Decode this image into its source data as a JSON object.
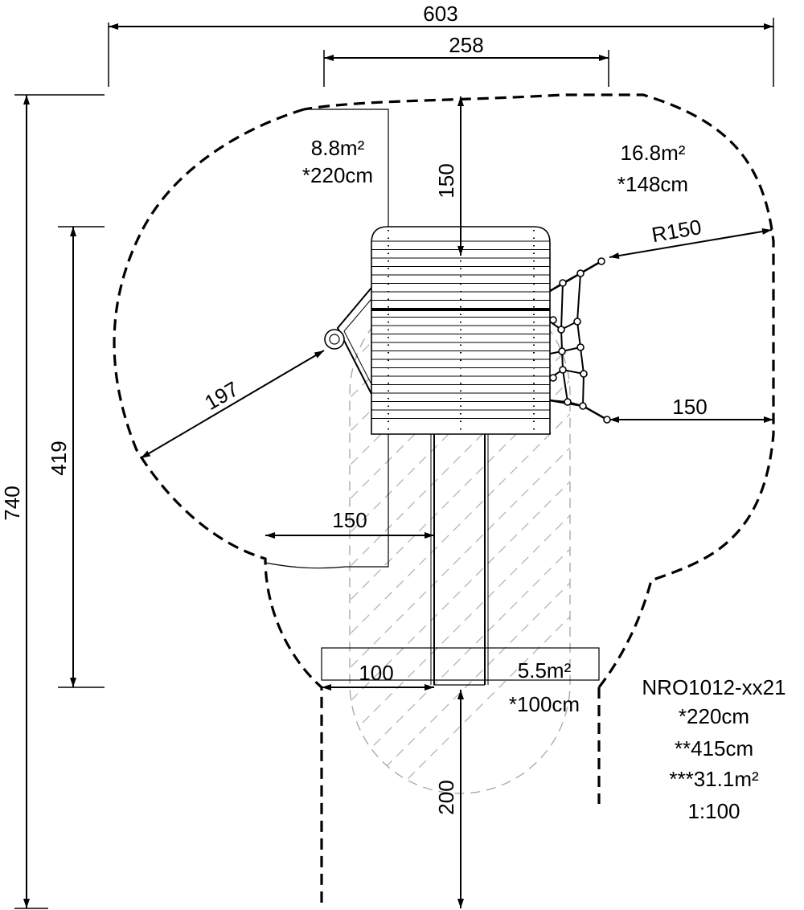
{
  "dimensions": {
    "overall_width": "603",
    "platform_width": "258",
    "overall_depth": "740",
    "left_span": "419",
    "top_clearance": "150",
    "radius": "R150",
    "right_clearance": "150",
    "diagonal": "197",
    "left_clearance": "150",
    "slide_offset": "100",
    "slide_runout": "200"
  },
  "zones": {
    "upper_left_area": "8.8m²",
    "upper_left_height": "*220cm",
    "upper_right_area": "16.8m²",
    "upper_right_height": "*148cm",
    "lower_area": "5.5m²",
    "lower_height": "*100cm"
  },
  "product": {
    "code": "NRO1012-xx21",
    "height": "*220cm",
    "width": "**415cm",
    "area": "***31.1m²",
    "scale": "1:100"
  }
}
